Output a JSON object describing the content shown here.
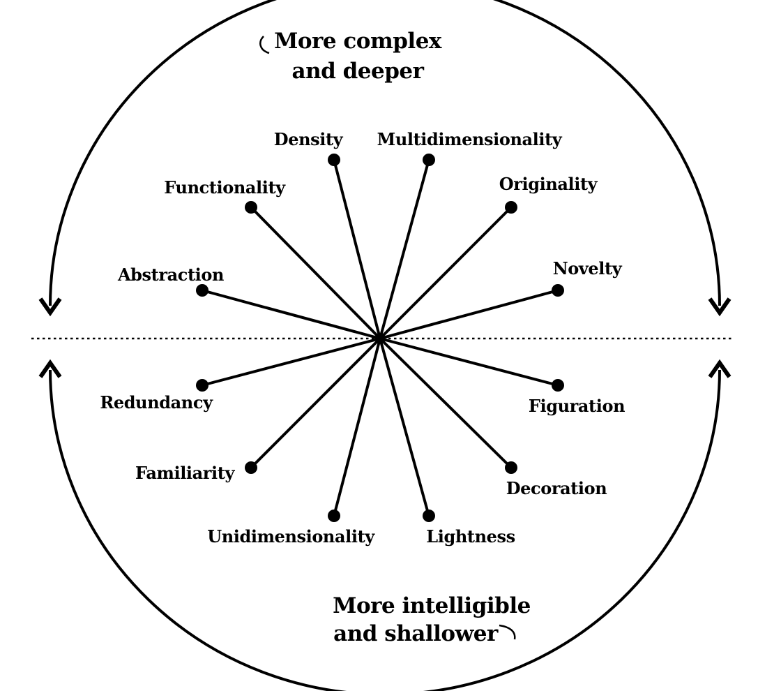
{
  "top_caption": {
    "line1": "More complex",
    "line2": "and deeper"
  },
  "bottom_caption": {
    "line1": "More intelligible",
    "line2": "and shallower"
  },
  "upper_spokes": [
    {
      "id": "abstraction",
      "label": "Abstraction"
    },
    {
      "id": "functionality",
      "label": "Functionality"
    },
    {
      "id": "density",
      "label": "Density"
    },
    {
      "id": "multidimensionality",
      "label": "Multidimensionality"
    },
    {
      "id": "originality",
      "label": "Originality"
    },
    {
      "id": "novelty",
      "label": "Novelty"
    }
  ],
  "lower_spokes": [
    {
      "id": "redundancy",
      "label": "Redundancy"
    },
    {
      "id": "familiarity",
      "label": "Familiarity"
    },
    {
      "id": "unidimensionality",
      "label": "Unidimensionality"
    },
    {
      "id": "lightness",
      "label": "Lightness"
    },
    {
      "id": "decoration",
      "label": "Decoration"
    },
    {
      "id": "figuration",
      "label": "Figuration"
    }
  ],
  "colors": {
    "ink": "#000000",
    "background": "#ffffff"
  }
}
